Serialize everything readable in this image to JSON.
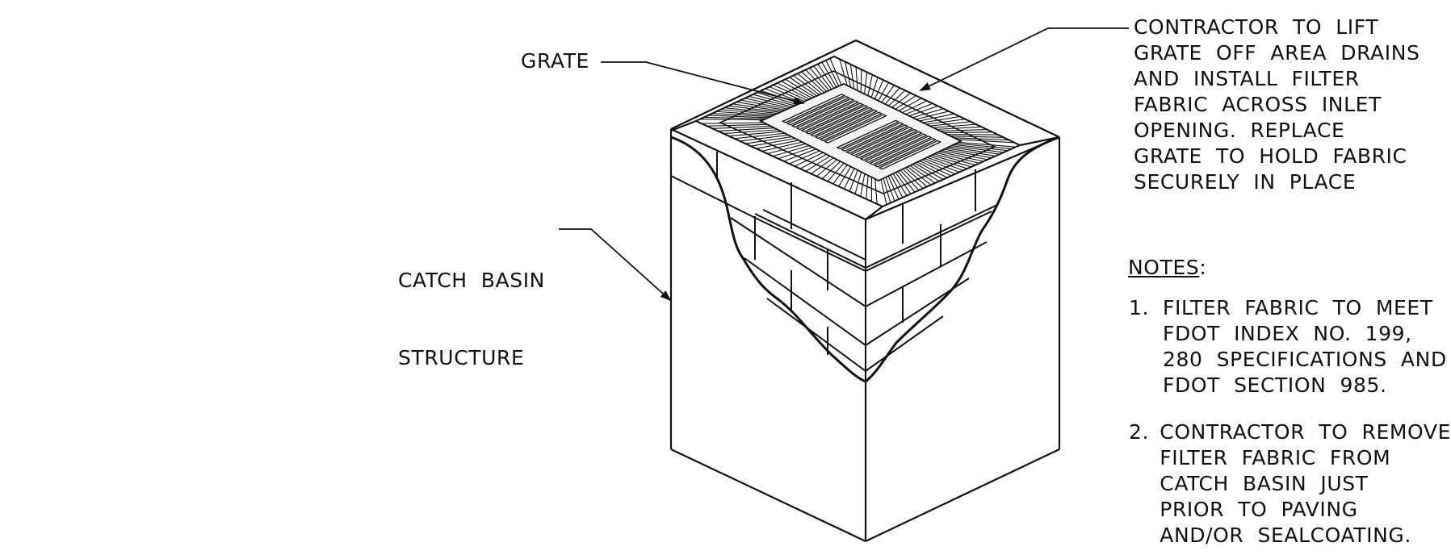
{
  "labels": {
    "grate": "GRATE",
    "catch_basin": [
      "CATCH  BASIN",
      "STRUCTURE"
    ],
    "contractor": [
      "CONTRACTOR  TO  LIFT",
      "GRATE  OFF  AREA  DRAINS",
      "AND  INSTALL  FILTER",
      "FABRIC  ACROSS  INLET",
      "OPENING.  REPLACE",
      "GRATE  TO  HOLD  FABRIC",
      "SECURELY  IN  PLACE"
    ]
  },
  "notes": {
    "title": "NOTES",
    "colon": ":",
    "items": [
      {
        "num": "1.",
        "lines": [
          "FILTER  FABRIC  TO  MEET",
          "FDOT  INDEX  NO.  199,",
          "280  SPECIFICATIONS  AND",
          "FDOT  SECTION  985."
        ]
      },
      {
        "num": "2.",
        "lines": [
          "CONTRACTOR  TO  REMOVE",
          "FILTER  FABRIC  FROM",
          "CATCH  BASIN  JUST",
          "PRIOR  TO  PAVING",
          "AND/OR  SEALCOATING."
        ]
      }
    ]
  }
}
